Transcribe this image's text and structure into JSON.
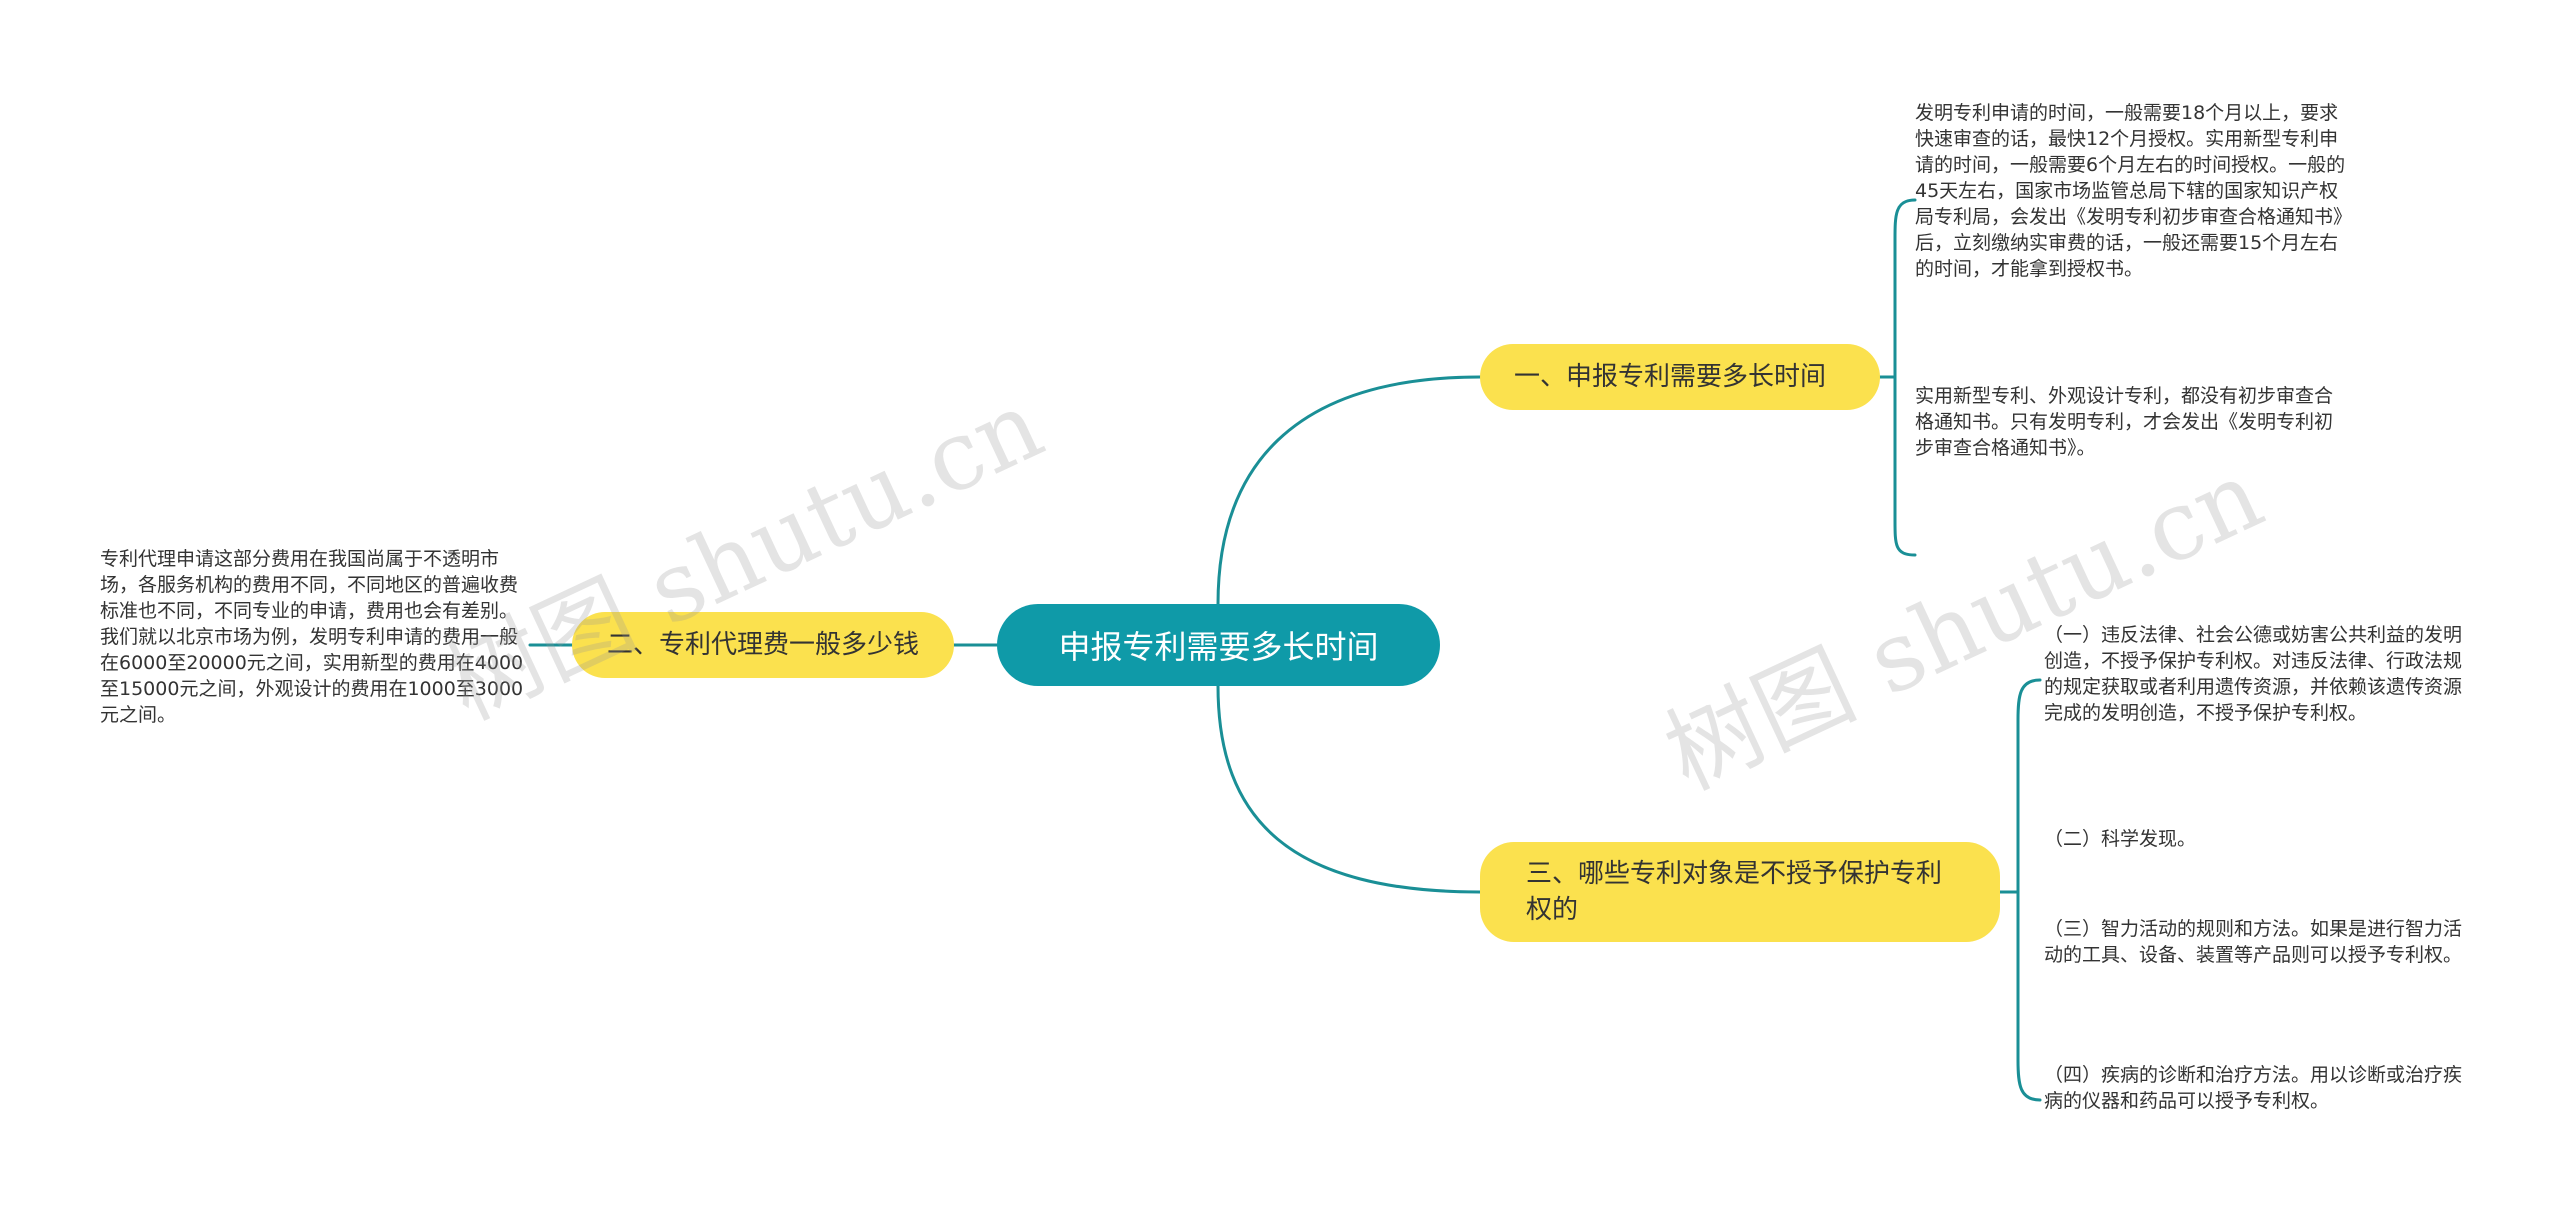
{
  "colors": {
    "root_fill": "#0f9aa8",
    "branch_fill": "#fbe14e",
    "connector": "#1a8f96",
    "text": "#333333"
  },
  "root": {
    "label": "申报专利需要多长时间"
  },
  "branches": [
    {
      "label": "一、申报专利需要多长时间",
      "leaves": [
        "发明专利申请的时间，一般需要18个月以上，要求快速审查的话，最快12个月授权。实用新型专利申请的时间，一般需要6个月左右的时间授权。一般的45天左右，国家市场监管总局下辖的国家知识产权局专利局，会发出《发明专利初步审查合格通知书》后，立刻缴纳实审费的话，一般还需要15个月左右的时间，才能拿到授权书。",
        "实用新型专利、外观设计专利，都没有初步审查合格通知书。只有发明专利，才会发出《发明专利初步审查合格通知书》。"
      ]
    },
    {
      "label": "二、专利代理费一般多少钱",
      "leaves": [
        "专利代理申请这部分费用在我国尚属于不透明市场，各服务机构的费用不同，不同地区的普遍收费标准也不同，不同专业的申请，费用也会有差别。我们就以北京市场为例，发明专利申请的费用一般在6000至20000元之间，实用新型的费用在4000至15000元之间，外观设计的费用在1000至3000元之间。"
      ]
    },
    {
      "label": "三、哪些专利对象是不授予保护专利权的",
      "leaves": [
        "（一）违反法律、社会公德或妨害公共利益的发明创造，不授予保护专利权。对违反法律、行政法规的规定获取或者利用遗传资源，并依赖该遗传资源完成的发明创造，不授予保护专利权。",
        "（二）科学发现。",
        "（三）智力活动的规则和方法。如果是进行智力活动的工具、设备、装置等产品则可以授予专利权。",
        "（四）疾病的诊断和治疗方法。用以诊断或治疗疾病的仪器和药品可以授予专利权。"
      ]
    }
  ],
  "watermark": "树图 shutu.cn"
}
